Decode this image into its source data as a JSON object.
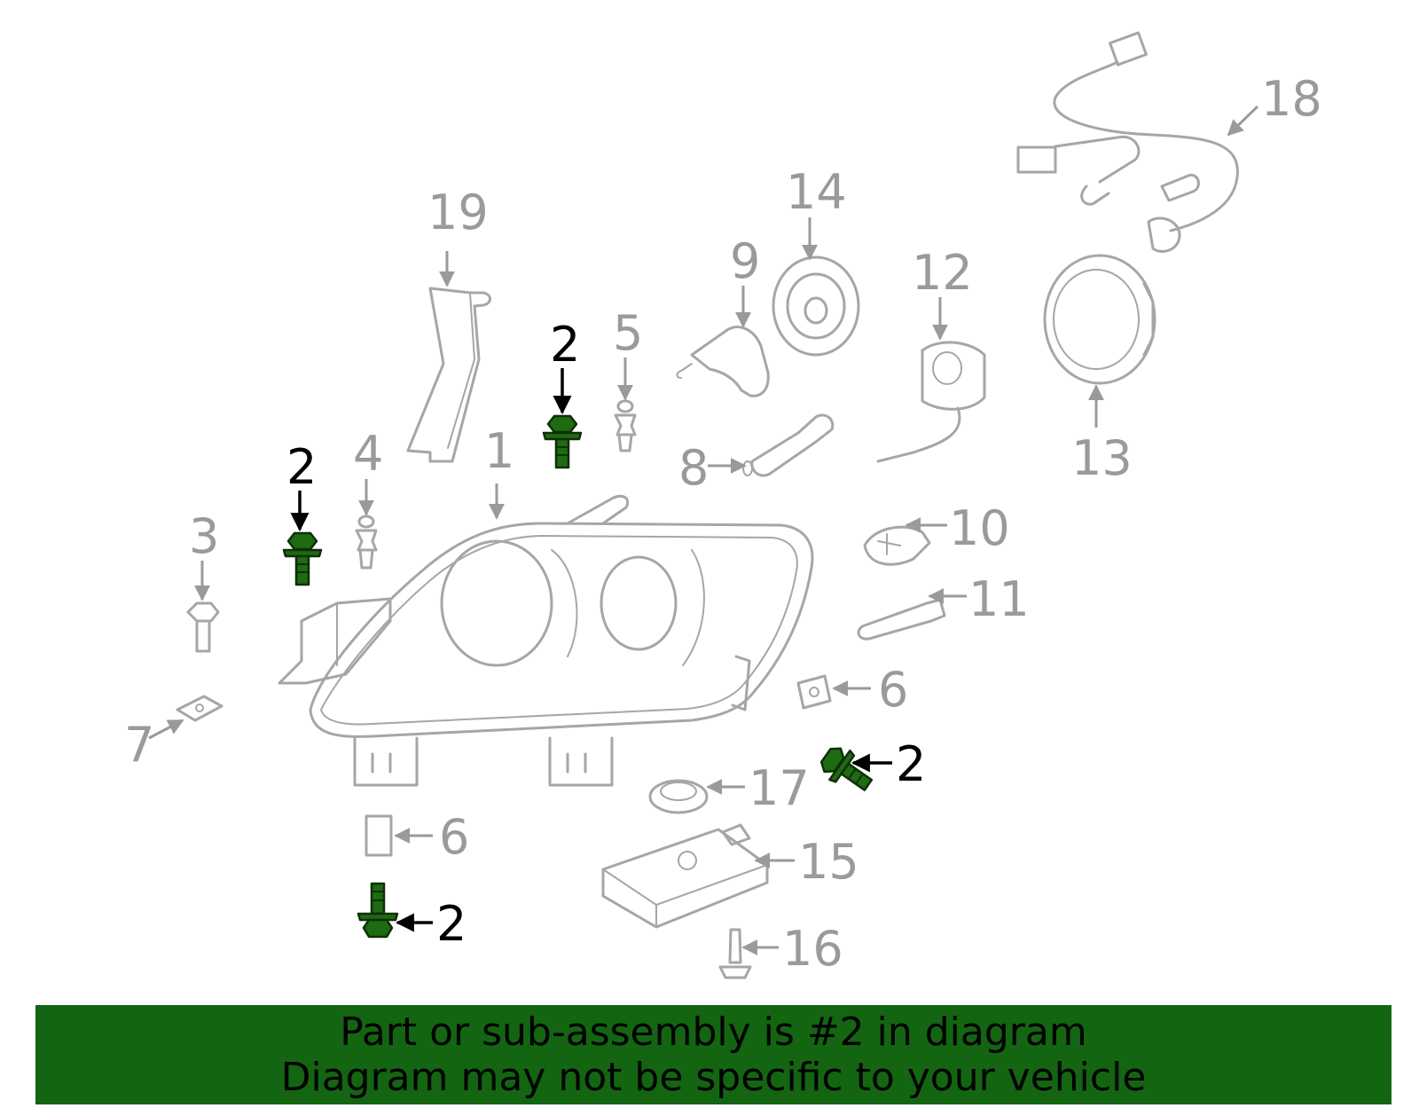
{
  "colors": {
    "part_outline": "#a6a6a6",
    "callout_text": "#9a9a9a",
    "highlight_part": "#1e6b12",
    "highlight_text": "#000000",
    "banner_background": "#136512"
  },
  "callouts": {
    "c1": "1",
    "c2_a": "2",
    "c2_b": "2",
    "c2_c": "2",
    "c2_d": "2",
    "c3": "3",
    "c4": "4",
    "c5": "5",
    "c6_a": "6",
    "c6_b": "6",
    "c7": "7",
    "c8": "8",
    "c9": "9",
    "c10": "10",
    "c11": "11",
    "c12": "12",
    "c13": "13",
    "c14": "14",
    "c15": "15",
    "c16": "16",
    "c17": "17",
    "c18": "18",
    "c19": "19"
  },
  "highlighted_part": "2",
  "banner": {
    "line1": "Part or sub-assembly is #2 in diagram",
    "line2": "Diagram may not be specific to your vehicle"
  }
}
